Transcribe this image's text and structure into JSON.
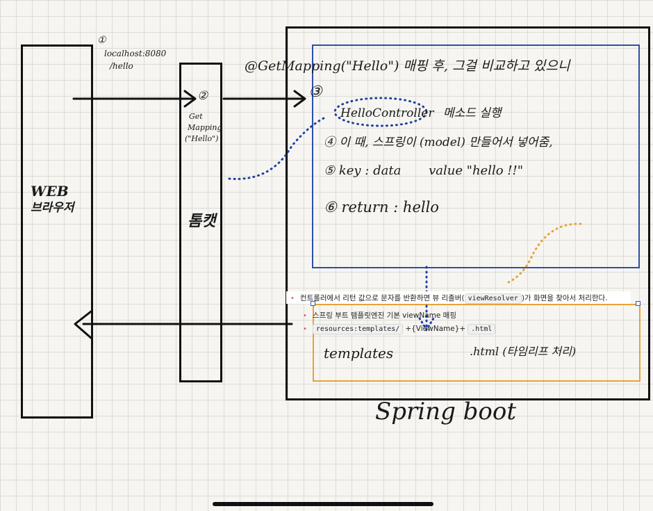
{
  "browser": {
    "line1": "WEB",
    "line2": "브라우저"
  },
  "tomcat": {
    "label": "톰캣"
  },
  "request": {
    "step": "①",
    "url_line1": "localhost:8080",
    "url_line2": "/hello"
  },
  "tomcat_step": {
    "step": "②",
    "line1": "Get",
    "line2": "Mapping",
    "line3": "(\"Hello\")"
  },
  "spring": {
    "step": "③",
    "mapping_note": "@GetMapping(\"Hello\") 매핑 후, 그걸 비교하고 있으니",
    "controller": "HelloController",
    "controller_suffix": "메소드 실행",
    "step4": "④ 이 때, 스프링이 (model) 만들어서 넣어줌,",
    "step5_key": "⑤ key : data",
    "step5_value": "value \"hello !!\"",
    "step6": "⑥ return : hello",
    "label": "Spring boot"
  },
  "snippet": {
    "line1_pre": "컨트롤러에서 리턴 값으로 문자를 반환하면 뷰 리졸버(",
    "line1_code": "viewResolver",
    "line1_post": ")가 화면을 찾아서 처리한다.",
    "line2": "스프링 부트 템플릿엔진 기본 viewName 매핑",
    "line3_code1": "resources:templates/",
    "line3_mid": "+{ViewName}+",
    "line3_code2": ".html"
  },
  "templates": {
    "left": "templates",
    "right": ".html (타임리프 처리)"
  },
  "colors": {
    "ink": "#111111",
    "blue": "#2f4fa8",
    "dots": "#1f3fa0",
    "orange": "#e6a33a"
  }
}
